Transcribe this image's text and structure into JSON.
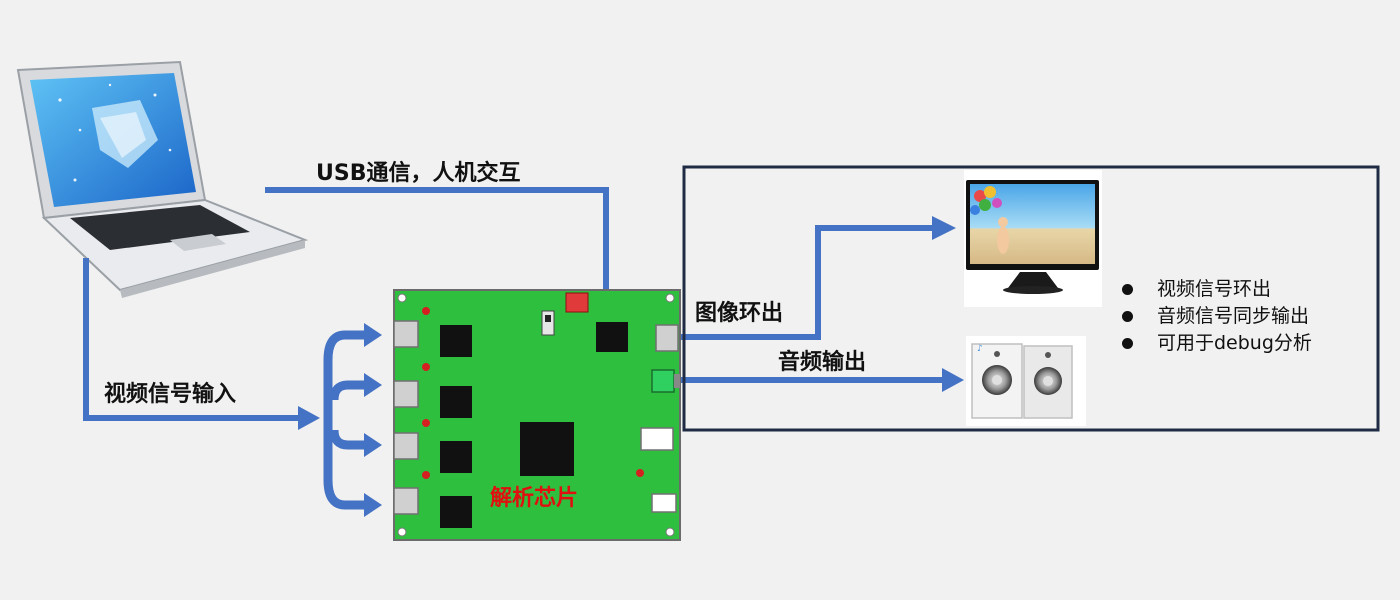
{
  "labels": {
    "usb": "USB通信，人机交互",
    "video_in": "视频信号输入",
    "image_loop": "图像环出",
    "audio_out": "音频输出",
    "chip": "解析芯片"
  },
  "features": [
    "视频信号环出",
    "音频信号同步输出",
    "可用于debug分析"
  ],
  "colors": {
    "arrow": "#4472c4",
    "board": "#2fbf3f",
    "frame": "#1f2a44",
    "chip_label": "#e01010"
  }
}
